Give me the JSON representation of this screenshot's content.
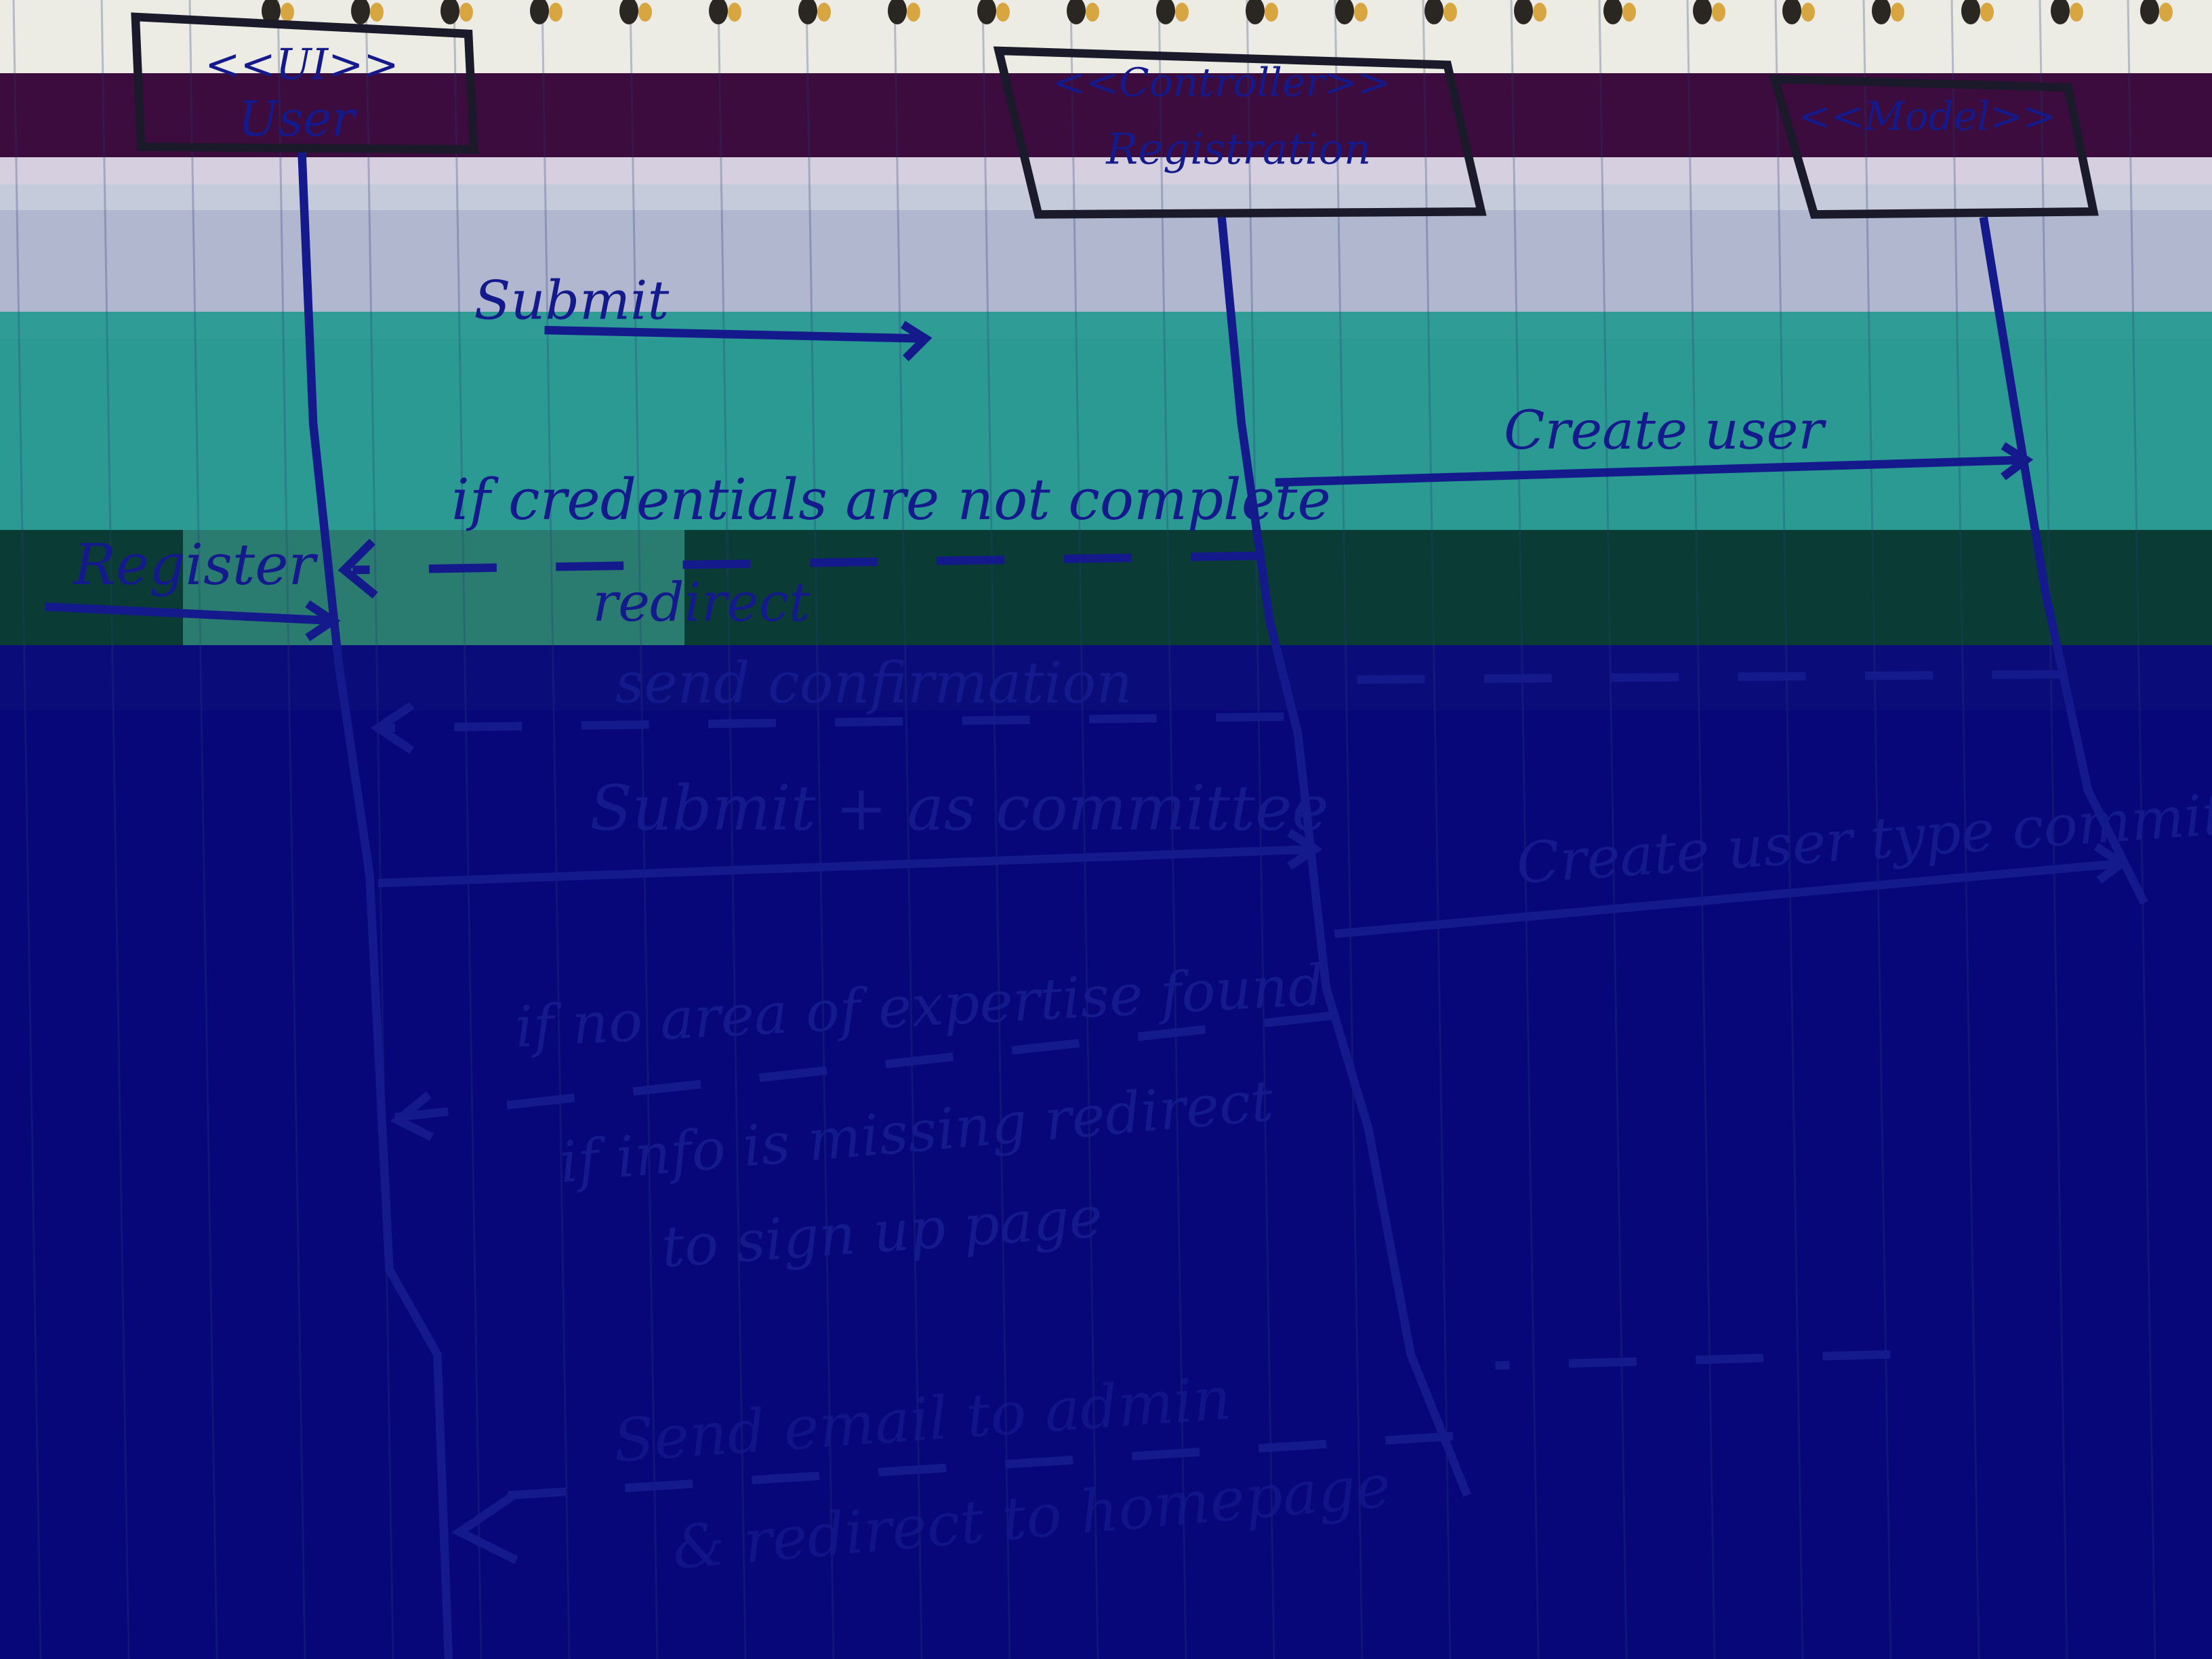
{
  "bands": [
    "#e8e4da",
    "#3a0a3a",
    "#cfc6dc",
    "#c3c8d9",
    "#aeb4cc",
    "#2b9a94",
    "#219082",
    "#063b33",
    "#0a0a7a",
    "#06067a"
  ],
  "ink_color": "#141a8c",
  "participants": {
    "ui": {
      "stereotype": "<<UI>>",
      "name": "User"
    },
    "controller": {
      "stereotype": "<<Controller>>",
      "name": "Registration"
    },
    "model": {
      "stereotype": "<<Model>>",
      "name": ""
    }
  },
  "messages": {
    "submit_1": "Submit",
    "create_user": "Create user",
    "register": "Register",
    "credentials_note": "if credentials are not complete",
    "redirect_1": "redirect",
    "send_confirmation": "send confirmation",
    "submit_committee": "Submit + as committee",
    "create_user_type": "Create user type committee",
    "no_expertise": "if no area of expertise found",
    "info_missing_1": "if info is missing redirect",
    "info_missing_2": "to sign up page",
    "send_email": "Send email to admin",
    "redirect_home": "& redirect to homepage"
  }
}
